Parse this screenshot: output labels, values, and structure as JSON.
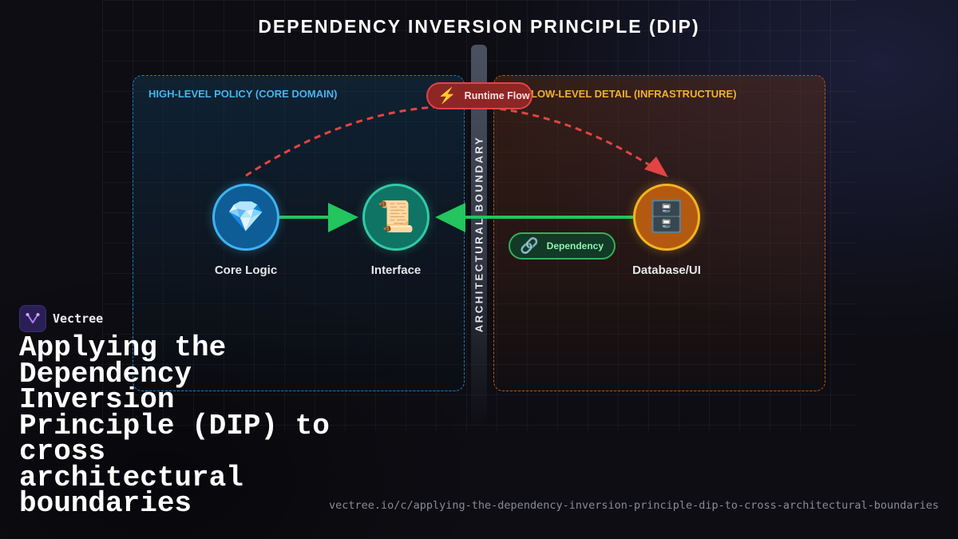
{
  "title": "DEPENDENCY INVERSION PRINCIPLE (DIP)",
  "zones": {
    "left_label": "HIGH-LEVEL POLICY (CORE DOMAIN)",
    "right_label": "LOW-LEVEL DETAIL (INFRASTRUCTURE)"
  },
  "boundary_label": "ARCHITECTURAL BOUNDARY",
  "nodes": {
    "core": {
      "label": "Core Logic",
      "icon": "gem-icon",
      "glyph": "💎"
    },
    "interface": {
      "label": "Interface",
      "icon": "scroll-icon",
      "glyph": "📜"
    },
    "database": {
      "label": "Database/UI",
      "icon": "file-cabinet-icon",
      "glyph": "🗄️"
    }
  },
  "badges": {
    "runtime": {
      "label": "Runtime Flow",
      "icon": "lightning-icon",
      "glyph": "⚡"
    },
    "dependency": {
      "label": "Dependency",
      "icon": "link-icon",
      "glyph": "🔗"
    }
  },
  "brand": {
    "name": "Vectree"
  },
  "headline": "Applying the Dependency Inversion Principle (DIP) to cross architectural boundaries",
  "url": "vectree.io/c/applying-the-dependency-inversion-principle-dip-to-cross-architectural-boundaries",
  "colors": {
    "policy_accent": "#45b4f0",
    "detail_accent": "#f0b030",
    "dependency_arrow": "#22c55e",
    "runtime_arrow": "#e24444"
  }
}
